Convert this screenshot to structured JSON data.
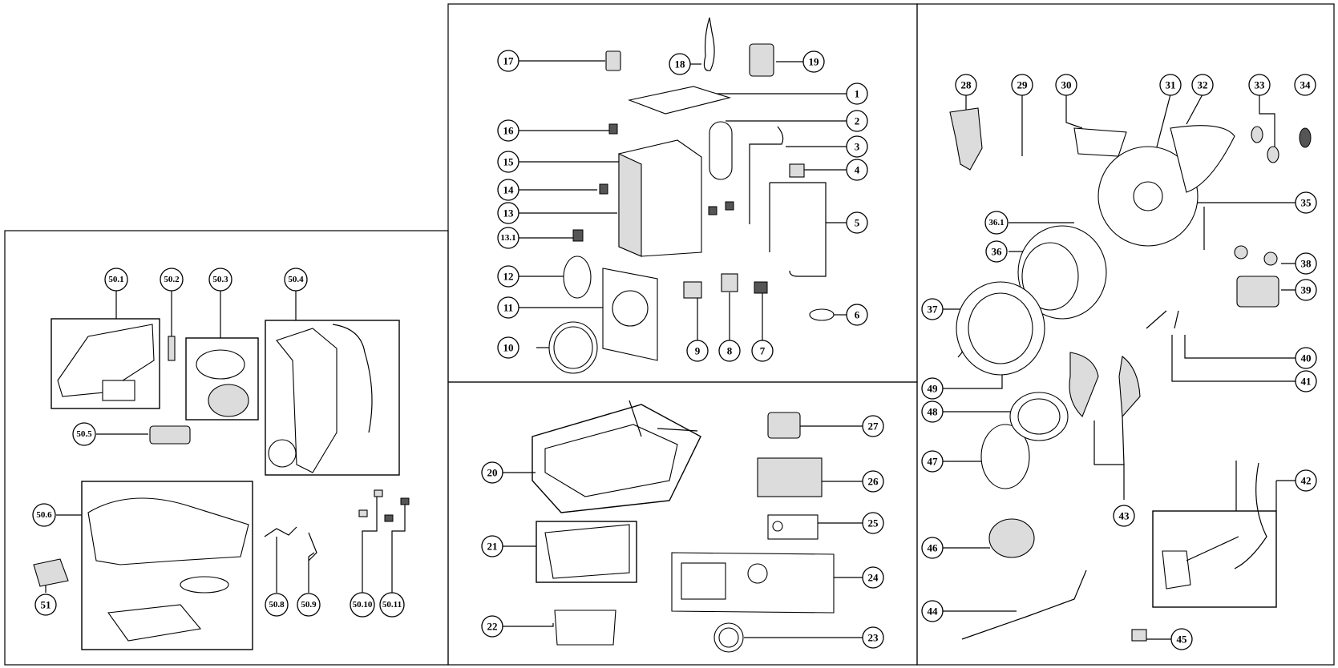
{
  "callouts": [
    {
      "id": "c17",
      "label": "17"
    },
    {
      "id": "c18",
      "label": "18"
    },
    {
      "id": "c19",
      "label": "19"
    },
    {
      "id": "c1",
      "label": "1"
    },
    {
      "id": "c2",
      "label": "2"
    },
    {
      "id": "c3",
      "label": "3"
    },
    {
      "id": "c4",
      "label": "4"
    },
    {
      "id": "c5",
      "label": "5"
    },
    {
      "id": "c6",
      "label": "6"
    },
    {
      "id": "c7",
      "label": "7"
    },
    {
      "id": "c8",
      "label": "8"
    },
    {
      "id": "c9",
      "label": "9"
    },
    {
      "id": "c10",
      "label": "10"
    },
    {
      "id": "c11",
      "label": "11"
    },
    {
      "id": "c12",
      "label": "12"
    },
    {
      "id": "c13",
      "label": "13"
    },
    {
      "id": "c13_1",
      "label": "13.1"
    },
    {
      "id": "c14",
      "label": "14"
    },
    {
      "id": "c15",
      "label": "15"
    },
    {
      "id": "c16",
      "label": "16"
    },
    {
      "id": "c20",
      "label": "20"
    },
    {
      "id": "c21",
      "label": "21"
    },
    {
      "id": "c22",
      "label": "22"
    },
    {
      "id": "c23",
      "label": "23"
    },
    {
      "id": "c24",
      "label": "24"
    },
    {
      "id": "c25",
      "label": "25"
    },
    {
      "id": "c26",
      "label": "26"
    },
    {
      "id": "c27",
      "label": "27"
    },
    {
      "id": "c28",
      "label": "28"
    },
    {
      "id": "c29",
      "label": "29"
    },
    {
      "id": "c30",
      "label": "30"
    },
    {
      "id": "c31",
      "label": "31"
    },
    {
      "id": "c32",
      "label": "32"
    },
    {
      "id": "c33",
      "label": "33"
    },
    {
      "id": "c34",
      "label": "34"
    },
    {
      "id": "c35",
      "label": "35"
    },
    {
      "id": "c36_1",
      "label": "36.1"
    },
    {
      "id": "c36",
      "label": "36"
    },
    {
      "id": "c37",
      "label": "37"
    },
    {
      "id": "c38",
      "label": "38"
    },
    {
      "id": "c39",
      "label": "39"
    },
    {
      "id": "c40",
      "label": "40"
    },
    {
      "id": "c41",
      "label": "41"
    },
    {
      "id": "c42",
      "label": "42"
    },
    {
      "id": "c43",
      "label": "43"
    },
    {
      "id": "c44",
      "label": "44"
    },
    {
      "id": "c45",
      "label": "45"
    },
    {
      "id": "c46",
      "label": "46"
    },
    {
      "id": "c47",
      "label": "47"
    },
    {
      "id": "c48",
      "label": "48"
    },
    {
      "id": "c49",
      "label": "49"
    },
    {
      "id": "c50_1",
      "label": "50.1"
    },
    {
      "id": "c50_2",
      "label": "50.2"
    },
    {
      "id": "c50_3",
      "label": "50.3"
    },
    {
      "id": "c50_4",
      "label": "50.4"
    },
    {
      "id": "c50_5",
      "label": "50.5"
    },
    {
      "id": "c50_6",
      "label": "50.6"
    },
    {
      "id": "c50_8",
      "label": "50.8"
    },
    {
      "id": "c50_9",
      "label": "50.9"
    },
    {
      "id": "c50_10",
      "label": "50.10"
    },
    {
      "id": "c50_11",
      "label": "50.11"
    },
    {
      "id": "c51",
      "label": "51"
    }
  ]
}
